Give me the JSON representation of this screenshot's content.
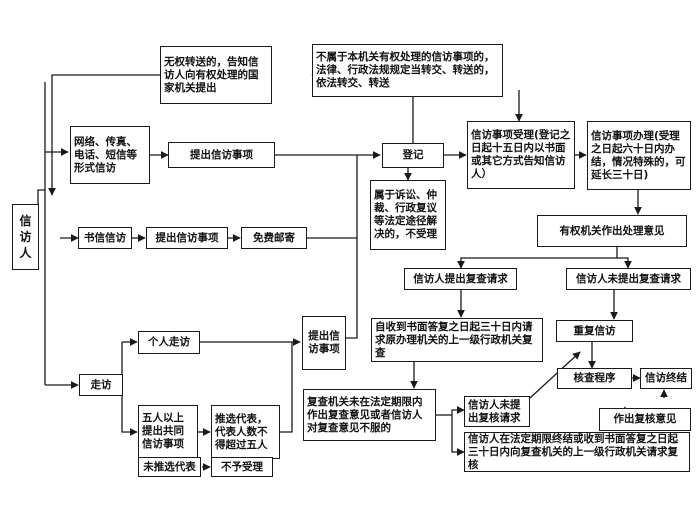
{
  "colors": {
    "line": "#1a1a1a",
    "box_border": "#1a1a1a",
    "text": "#111111",
    "background": "#ffffff"
  },
  "nodes": {
    "petitioner": "信访人",
    "no_power_notice": "无权转送的，告知信访人向有权处理的国家机关提出",
    "not_jurisdiction": "不属于本机关有权处理的信访事项的，法律、行政法规规定当转交、转送的，依法转交、转送",
    "network_channels": "网络、传真、电话、短信等形式信访",
    "submit_matter_1": "提出信访事项",
    "register": "登记",
    "acceptance": "信访事项受理(登记之日起十五日内以书面或其它方式告知信访人）",
    "handling": "信访事项办理(受理之日起六十日内办结，情况特殊的，可延长三十日)",
    "litigation_excluded": "属于诉讼、仲裁、行政复议等法定途径解决的，不受理",
    "letter": "书信信访",
    "submit_matter_2": "提出信访事项",
    "free_mail": "免费邮寄",
    "decision": "有权机关作出处理意见",
    "review_request": "信访人提出复查请求",
    "no_review_request": "信访人未提出复查请求",
    "review_within_30": "自收到书面答复之日起三十日内请求原办理机关的上一级行政机关复查",
    "repeat_petition": "重复信访",
    "verification": "核查程序",
    "termination": "信访终结",
    "individual_visit": "个人走访",
    "submit_matter_3": "提出信访事项",
    "visit": "走访",
    "group_visit": "五人以上提出共同信访事项",
    "elect_reps": "推选代表，代表人数不得超过五人",
    "review_overdue": "复查机关未在法定期限内作出复查意见或者信访人对复查意见不服的",
    "no_recheck_request": "信访人未提出复核请求",
    "recheck_opinion": "作出复核意见",
    "recheck_request": "信访人在法定期限终结或收到书面答复之日起三十日内向复查机关的上一级行政机关请求复核",
    "no_reps": "未推选代表",
    "not_accepted": "不予受理"
  }
}
